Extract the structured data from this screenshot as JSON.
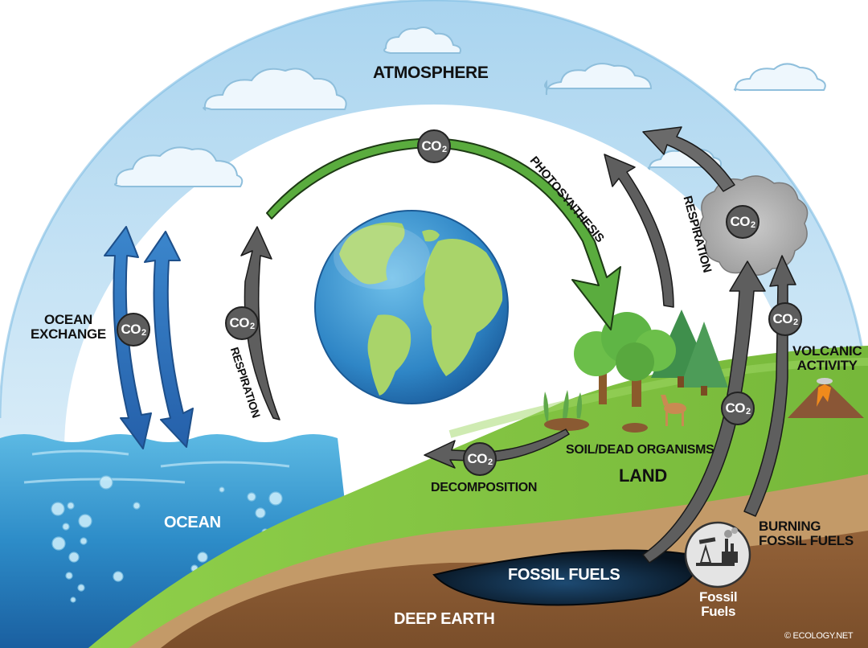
{
  "diagram": {
    "type": "carbon-cycle",
    "regions": {
      "atmosphere": "ATMOSPHERE",
      "ocean": "OCEAN",
      "land": "LAND",
      "deep_earth": "DEEP EARTH",
      "fossil_fuels_reservoir": "FOSSIL FUELS",
      "soil": "SOIL/DEAD ORGANISMS"
    },
    "processes": {
      "ocean_exchange": "OCEAN\nEXCHANGE",
      "ocean_exchange_line1": "OCEAN",
      "ocean_exchange_line2": "EXCHANGE",
      "respiration_left": "RESPIRATION",
      "photosynthesis": "PHOTOSYNTHESIS",
      "respiration_right": "RESPIRATION",
      "decomposition": "DECOMPOSITION",
      "volcanic_line1": "VOLCANIC",
      "volcanic_line2": "ACTIVITY",
      "burning_line1": "BURNING",
      "burning_line2": "FOSSIL FUELS"
    },
    "icons": {
      "fossil_icon_line1": "Fossil",
      "fossil_icon_line2": "Fuels"
    },
    "co2_badge": {
      "main": "CO",
      "sub": "2"
    },
    "credit": "© ECOLOGY.NET",
    "colors": {
      "sky": "#8cc4e6",
      "arrow_gray": "#5e5e5e",
      "arrow_green": "#5aaa3c",
      "arrow_blue": "#2f6fb8",
      "ocean": "#2e8fc9",
      "grass": "#7cbf3c",
      "soil": "#b0865a",
      "deep": "#8a5a32"
    }
  }
}
